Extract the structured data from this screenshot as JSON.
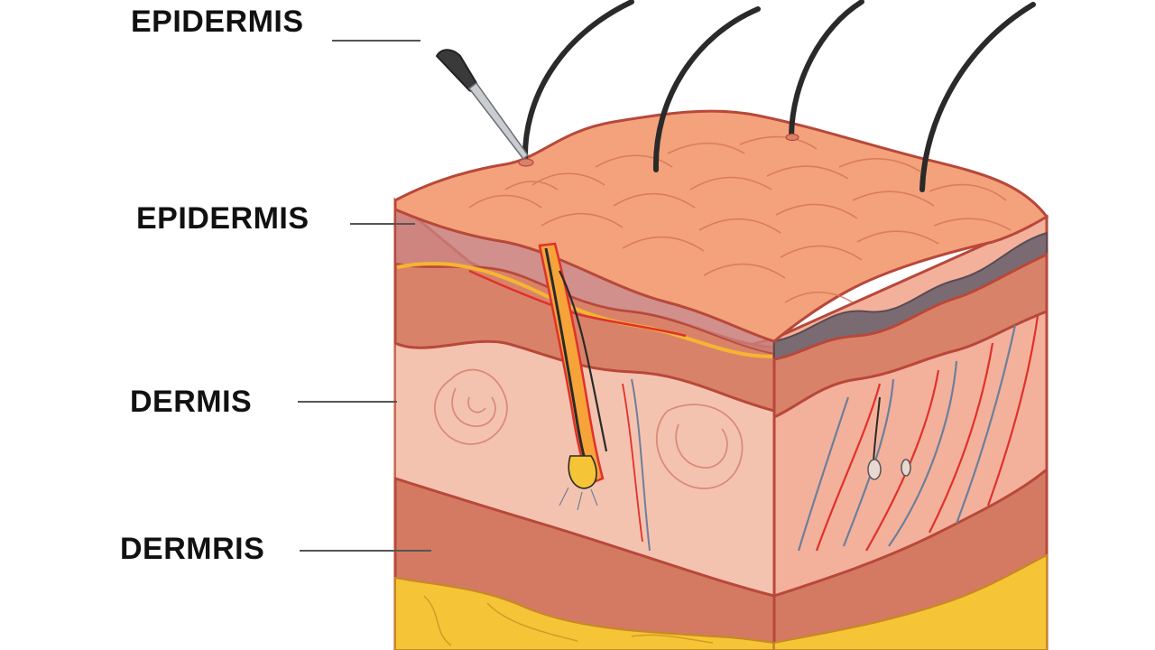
{
  "labels": [
    {
      "text": "EPIDERMIS"
    },
    {
      "text": "EPIDERMIS"
    },
    {
      "text": "DERMIS"
    },
    {
      "text": "DERMRIS"
    }
  ],
  "colors": {
    "label_text": "#111111",
    "leader_line": "#555555",
    "skin_surface": "#f3a27b",
    "skin_outline": "#b8483a",
    "dermis_papillary": "#d9826a",
    "dermis_reticular": "#f2b9a4",
    "lower_band": "#d47a62",
    "fat_layer": "#f6c437",
    "blood_vessel_red": "#e0312b",
    "blood_vessel_blue": "#6d7f9a",
    "hair": "#2a2a2a"
  }
}
